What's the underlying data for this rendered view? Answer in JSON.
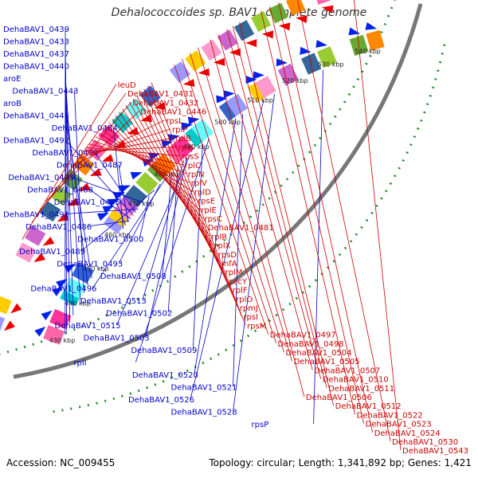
{
  "title": "Dehalococcoides sp. BAV1, complete genome",
  "footer": {
    "accession": "Accession: NC_009455",
    "summary": "Topology: circular; Length: 1,341,892 bp; Genes: 1,421"
  },
  "colors": {
    "forward_label": "#0000cc",
    "reverse_label": "#cc0000",
    "backbone": "#777777",
    "tick": "#2a8a2a",
    "kbp_text": "#222222"
  },
  "kbp_labels": [
    {
      "text": "430 kbp",
      "angle": 20.5
    },
    {
      "text": "440 kbp",
      "angle": 25.3
    },
    {
      "text": "450 kbp",
      "angle": 30.0
    },
    {
      "text": "460 kbp",
      "angle": 34.8
    },
    {
      "text": "470 kbp",
      "angle": 39.5
    },
    {
      "text": "480 kbp",
      "angle": 44.2
    },
    {
      "text": "490 kbp",
      "angle": 49.0
    },
    {
      "text": "500 kbp",
      "angle": 53.8
    },
    {
      "text": "510 kbp",
      "angle": 58.5
    },
    {
      "text": "520 kbp",
      "angle": 63.3
    },
    {
      "text": "530 kbp",
      "angle": 68.0
    },
    {
      "text": "540 kbp",
      "angle": 72.7
    }
  ],
  "forward_genes": [
    {
      "label": "DehaBAV1_0439",
      "angle": 22.0
    },
    {
      "label": "DehaBAV1_0433",
      "angle": 21.5
    },
    {
      "label": "DehaBAV1_0437",
      "angle": 23.0
    },
    {
      "label": "DehaBAV1_0440",
      "angle": 24.0
    },
    {
      "label": "aroE",
      "angle": 26.0
    },
    {
      "label": "DehaBAV1_0443",
      "angle": 27.0
    },
    {
      "label": "aroB",
      "angle": 28.0
    },
    {
      "label": "DehaBAV1_0445",
      "angle": 29.0
    },
    {
      "label": "DehaBAV1_0484",
      "angle": 36.0
    },
    {
      "label": "DehaBAV1_0492",
      "angle": 38.0
    },
    {
      "label": "DehaBAV1_0490",
      "angle": 38.5
    },
    {
      "label": "DehaBAV1_0487",
      "angle": 37.0
    },
    {
      "label": "DehaBAV1_0499",
      "angle": 40.0
    },
    {
      "label": "DehaBAV1_0488",
      "angle": 37.5
    },
    {
      "label": "DehaBAV1_0485",
      "angle": 36.5
    },
    {
      "label": "DehaBAV1_0491",
      "angle": 39.0
    },
    {
      "label": "DehaBAV1_0486",
      "angle": 37.2
    },
    {
      "label": "DehaBAV1_0500",
      "angle": 41.0
    },
    {
      "label": "DehaBAV1_0489",
      "angle": 42.0
    },
    {
      "label": "DehaBAV1_0493",
      "angle": 43.0
    },
    {
      "label": "DehaBAV1_0508",
      "angle": 45.0
    },
    {
      "label": "DehaBAV1_0496",
      "angle": 44.0
    },
    {
      "label": "DehaBAV1_0513",
      "angle": 47.0
    },
    {
      "label": "DehaBAV1_0502",
      "angle": 46.0
    },
    {
      "label": "DehaBAV1_0515",
      "angle": 48.0
    },
    {
      "label": "DehaBAV1_0503",
      "angle": 47.5
    },
    {
      "label": "DehaBAV1_0509",
      "angle": 50.0
    },
    {
      "label": "rplI",
      "angle": 51.0
    },
    {
      "label": "DehaBAV1_0520",
      "angle": 55.0
    },
    {
      "label": "DehaBAV1_0521",
      "angle": 56.0
    },
    {
      "label": "DehaBAV1_0526",
      "angle": 59.0
    },
    {
      "label": "DehaBAV1_0528",
      "angle": 60.5
    },
    {
      "label": "rpsP",
      "angle": 67.0
    }
  ],
  "reverse_genes": [
    {
      "label": "leuD",
      "angle": 29.0
    },
    {
      "label": "DehaBAV1_0431",
      "angle": 31.0
    },
    {
      "label": "DehaBAV1_0432",
      "angle": 32.0
    },
    {
      "label": "DehaBAV1_0446",
      "angle": 33.5
    },
    {
      "label": "rpsL",
      "angle": 38.0
    },
    {
      "label": "rplP",
      "angle": 39.0
    },
    {
      "label": "rplB",
      "angle": 39.5
    },
    {
      "label": "rpsJ",
      "angle": 40.0
    },
    {
      "label": "rpsS",
      "angle": 40.5
    },
    {
      "label": "rplC",
      "angle": 41.0
    },
    {
      "label": "rplN",
      "angle": 41.5
    },
    {
      "label": "rplV",
      "angle": 42.0
    },
    {
      "label": "rplD",
      "angle": 42.5
    },
    {
      "label": "rpsE",
      "angle": 43.0
    },
    {
      "label": "rplE",
      "angle": 43.5
    },
    {
      "label": "rpsC",
      "angle": 44.0
    },
    {
      "label": "DehaBAV1_0481",
      "angle": 44.5
    },
    {
      "label": "rplR",
      "angle": 45.0
    },
    {
      "label": "rplX",
      "angle": 45.5
    },
    {
      "label": "rpsD",
      "angle": 46.0
    },
    {
      "label": "infA",
      "angle": 46.5
    },
    {
      "label": "rplM",
      "angle": 47.0
    },
    {
      "label": "secY",
      "angle": 47.5
    },
    {
      "label": "rplF",
      "angle": 48.0
    },
    {
      "label": "rplO",
      "angle": 48.5
    },
    {
      "label": "rpmJ",
      "angle": 49.0
    },
    {
      "label": "rpsI",
      "angle": 49.5
    },
    {
      "label": "rpsM",
      "angle": 50.0
    },
    {
      "label": "DehaBAV1_0497",
      "angle": 53.0
    },
    {
      "label": "DehaBAV1_0498",
      "angle": 54.0
    },
    {
      "label": "DehaBAV1_0504",
      "angle": 55.0
    },
    {
      "label": "DehaBAV1_0505",
      "angle": 56.0
    },
    {
      "label": "DehaBAV1_0507",
      "angle": 58.5
    },
    {
      "label": "DehaBAV1_0510",
      "angle": 59.5
    },
    {
      "label": "DehaBAV1_0511",
      "angle": 60.2
    },
    {
      "label": "DehaBAV1_0506",
      "angle": 57.5
    },
    {
      "label": "DehaBAV1_0512",
      "angle": 61.0
    },
    {
      "label": "DehaBAV1_0522",
      "angle": 63.5
    },
    {
      "label": "DehaBAV1_0523",
      "angle": 64.5
    },
    {
      "label": "DehaBAV1_0524",
      "angle": 65.5
    },
    {
      "label": "DehaBAV1_0530",
      "angle": 67.5
    },
    {
      "label": "DehaBAV1_0543",
      "angle": 73.5
    }
  ]
}
